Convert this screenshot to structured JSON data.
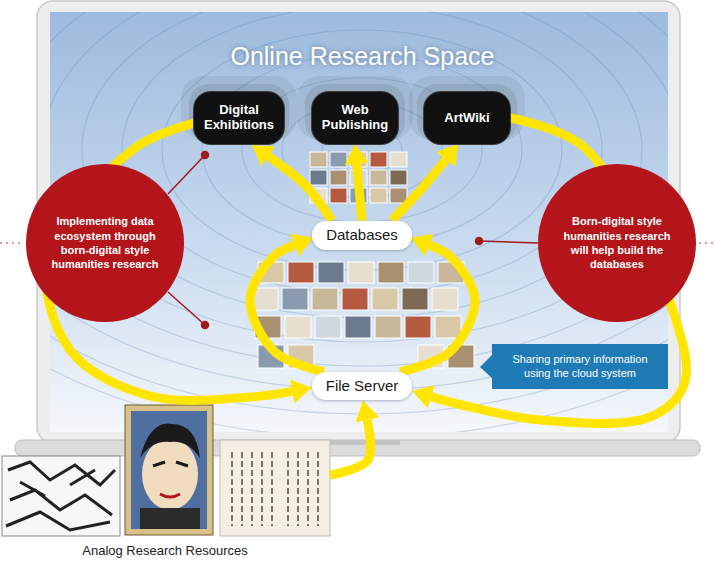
{
  "diagram": {
    "title": "Online Research Space",
    "nodes": [
      {
        "text": [
          "Digital Exhibitions"
        ]
      },
      {
        "text": [
          "Web Publishing"
        ]
      },
      {
        "text": [
          "ArtWiki"
        ]
      },
      {
        "text": [
          "Implementing data ecosystem through born-digital style humanities research"
        ]
      },
      {
        "text": [
          "Databases"
        ]
      },
      {
        "text": [
          "Born-digital style humanities research will help build the databases"
        ]
      },
      {
        "text": [
          "Sharing primary information using the cloud system"
        ]
      },
      {
        "text": [
          "File Server"
        ]
      },
      {
        "text": [
          "Analog Research Resources"
        ]
      }
    ],
    "edges": [
      {
        "from": 4,
        "to": 0,
        "arrow": "to"
      },
      {
        "from": 4,
        "to": 1,
        "arrow": "to"
      },
      {
        "from": 4,
        "to": 2,
        "arrow": "to"
      },
      {
        "from": 7,
        "to": 4,
        "arrow": "to"
      },
      {
        "from": 7,
        "to": 4,
        "arrow": "to"
      },
      {
        "from": 8,
        "to": 7,
        "arrow": "to"
      },
      {
        "from": 0,
        "to": 7,
        "arrow": "to"
      },
      {
        "from": 2,
        "to": 7,
        "arrow": "to"
      }
    ]
  }
}
